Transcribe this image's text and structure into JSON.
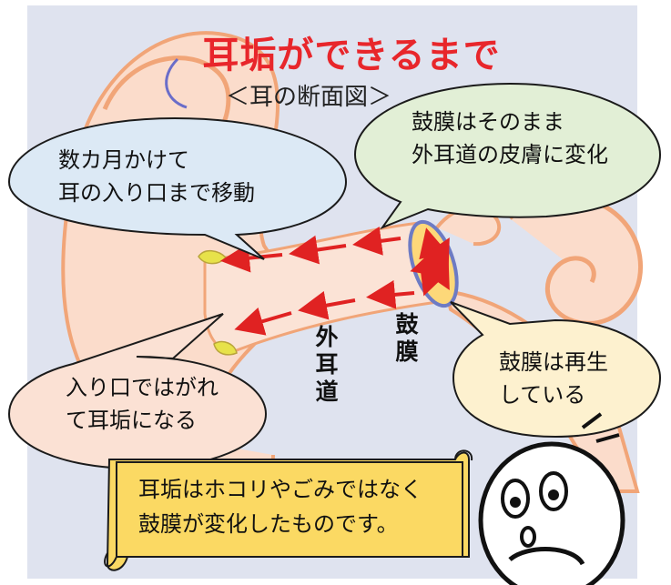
{
  "title": "耳垢ができるまで",
  "subtitle": "＜耳の断面図＞",
  "bubbles": {
    "travel": [
      "数カ月かけて",
      "耳の入り口まで移動"
    ],
    "eardrum_skin": [
      "鼓膜はそのまま",
      "外耳道の皮膚に変化"
    ],
    "peel": [
      "入り口ではがれ",
      "て耳垢になる"
    ],
    "regenerate": [
      "鼓膜は再生",
      "している"
    ]
  },
  "labels": {
    "ear_canal": "外耳道",
    "eardrum": "鼓膜"
  },
  "note": [
    "耳垢はホコリやごみではなく",
    "鼓膜が変化したものです。"
  ],
  "colors": {
    "title": "#e8262b",
    "background": "#dfe3ef",
    "skin": "#fbdccb",
    "outline": "#f1a578",
    "arrow": "#e02222",
    "bubble_blue": "#dce9f5",
    "bubble_green": "#e2efd6",
    "bubble_pink": "#fbe1d4",
    "bubble_yellow": "#fdf1cf",
    "scroll": "#fbd963"
  }
}
